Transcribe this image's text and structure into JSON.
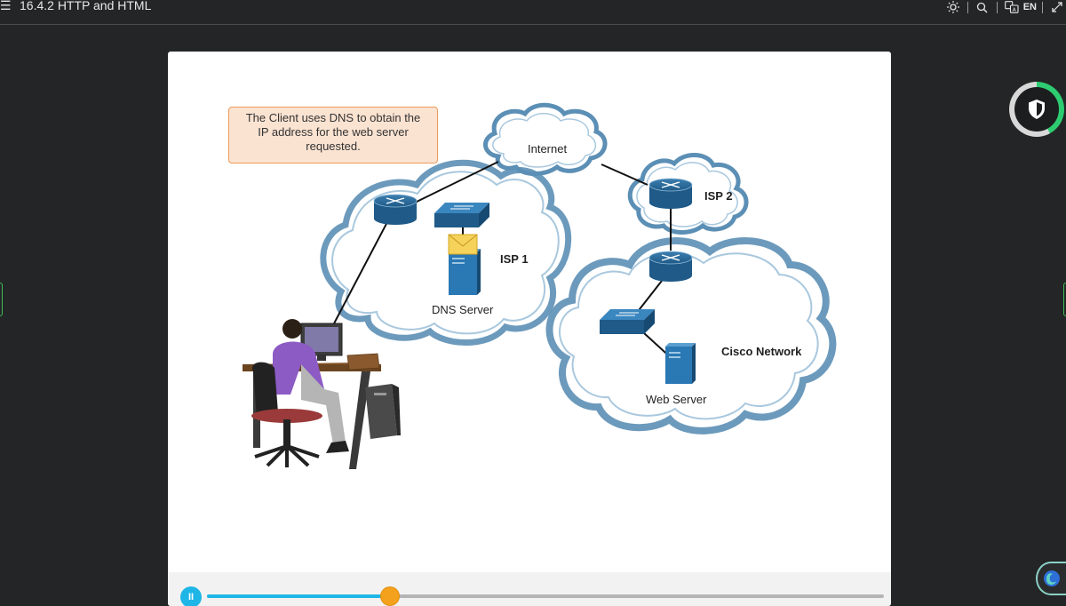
{
  "header": {
    "title": "16.4.2 HTTP and HTML",
    "lang": "EN",
    "icons": [
      "menu-icon",
      "brightness-icon",
      "search-icon",
      "translate-icon",
      "expand-icon"
    ]
  },
  "callout": {
    "line1": "The Client uses DNS to obtain the",
    "line2": "IP address for the web server",
    "line3": "requested."
  },
  "diagram": {
    "internet": "Internet",
    "isp1": "ISP 1",
    "isp2": "ISP 2",
    "dns_server": "DNS Server",
    "cisco_network": "Cisco Network",
    "web_server": "Web Server"
  },
  "media": {
    "play_state": "II",
    "progress": 0.27
  },
  "colors": {
    "accent": "#1eb6e6",
    "thumb": "#f4a21e",
    "cloud": "#5c8fb5",
    "shield_progress": "#2ecc71"
  }
}
